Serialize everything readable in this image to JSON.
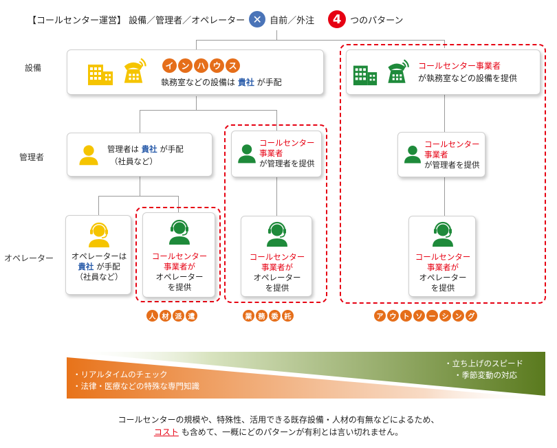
{
  "header": {
    "part1": "【コールセンター運営】 設備／管理者／オペレーター",
    "x_symbol": "✕",
    "part2": "自前／外注",
    "num": "4",
    "part3": "つのパターン"
  },
  "row_labels": {
    "facility": "設備",
    "manager": "管理者",
    "operator": "オペレーター"
  },
  "inhouse": {
    "badge": [
      "イ",
      "ン",
      "ハ",
      "ウ",
      "ス"
    ],
    "desc_pre": "執務室などの設備は ",
    "desc_em": "貴社",
    "desc_post": " が手配"
  },
  "outsource_facility": {
    "title": "コールセンター事業者",
    "desc": "が執務室などの設備を提供"
  },
  "manager_self": {
    "pre": "管理者は ",
    "em": "貴社",
    "post": " が手配",
    "sub": "（社員など）"
  },
  "manager_vendor": {
    "title1": "コールセンター",
    "title2": "事業者",
    "desc": "が管理者を提供"
  },
  "operator_self": {
    "l1": "オペレーターは",
    "em": "貴社",
    "l2": " が手配",
    "sub": "（社員など）"
  },
  "operator_vendor": {
    "t1": "コールセンター",
    "t2": "事業者が",
    "d1": "オペレーター",
    "d2": "を提供"
  },
  "labels": {
    "haken": [
      "人",
      "材",
      "派",
      "遣"
    ],
    "itaku": [
      "業",
      "務",
      "委",
      "託"
    ],
    "outsourcing": [
      "ア",
      "ウ",
      "ト",
      "ソ",
      "ー",
      "シ",
      "ン",
      "グ"
    ]
  },
  "gradient": {
    "left": [
      "・リアルタイムのチェック",
      "・法律・医療などの特殊な専門知識"
    ],
    "right": [
      "・立ち上げのスピード",
      "・季節変動の対応"
    ],
    "colors": {
      "orange": "#e8731a",
      "green": "#5a7a1e"
    }
  },
  "note": {
    "line1": "コールセンターの規模や、特殊性、活用できる既存設備・人材の有無などによるため、",
    "link": "コスト",
    "line2_post": " も含めて、一概にどのパターンが有利とは言い切れません。"
  },
  "colors": {
    "accent_red": "#e60012",
    "accent_orange": "#e56e1a",
    "building_yellow": "#f5c400",
    "vendor_green": "#1e8a3a"
  }
}
